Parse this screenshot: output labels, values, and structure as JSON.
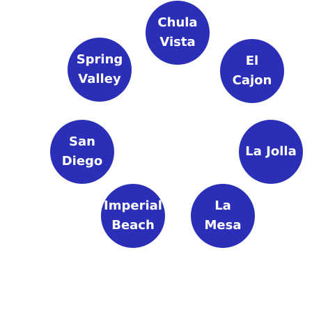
{
  "colors": {
    "node_fill": "#2b2fb8",
    "node_text": "#ffffff",
    "background": "#ffffff"
  },
  "nodes": [
    {
      "label": "Chula\nVista"
    },
    {
      "label": "El Cajon"
    },
    {
      "label": "La Jolla"
    },
    {
      "label": "La Mesa"
    },
    {
      "label": "Imperial\nBeach"
    },
    {
      "label": "San\nDiego"
    },
    {
      "label": "Spring\nValley"
    }
  ]
}
